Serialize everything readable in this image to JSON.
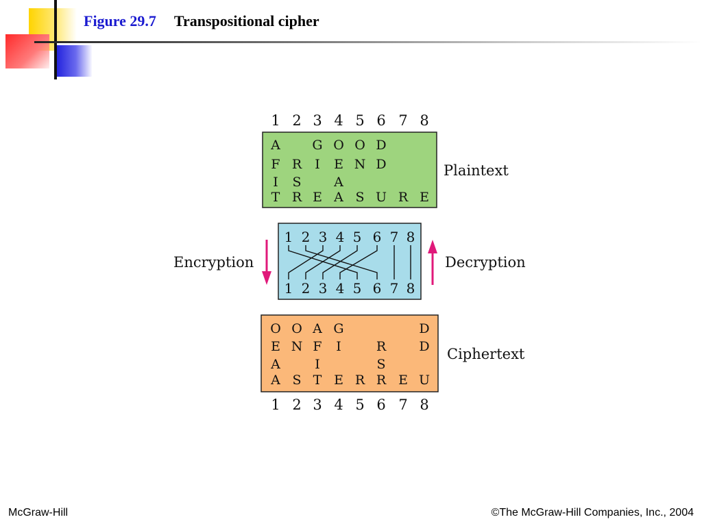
{
  "header": {
    "figure_number": "Figure 29.7",
    "figure_title": "Transpositional cipher"
  },
  "diagram": {
    "column_numbers": [
      "1",
      "2",
      "3",
      "4",
      "5",
      "6",
      "7",
      "8"
    ],
    "plaintext": {
      "label": "Plaintext",
      "color": "#9ed47e",
      "rows": [
        [
          "A",
          "",
          "G",
          "O",
          "O",
          "D",
          "",
          ""
        ],
        [
          "F",
          "R",
          "I",
          "E",
          "N",
          "D",
          "",
          ""
        ],
        [
          "I",
          "S",
          "",
          "A",
          "",
          "",
          "",
          ""
        ],
        [
          "T",
          "R",
          "E",
          "A",
          "S",
          "U",
          "R",
          "E"
        ]
      ]
    },
    "key": {
      "color": "#a8dcea",
      "top_numbers": [
        "1",
        "2",
        "3",
        "4",
        "5",
        "6",
        "7",
        "8"
      ],
      "bottom_numbers": [
        "1",
        "2",
        "3",
        "4",
        "5",
        "6",
        "7",
        "8"
      ],
      "mapping": [
        {
          "from": "1",
          "to": "5"
        },
        {
          "from": "2",
          "to": "6"
        },
        {
          "from": "3",
          "to": "1"
        },
        {
          "from": "4",
          "to": "2"
        },
        {
          "from": "5",
          "to": "3"
        },
        {
          "from": "6",
          "to": "4"
        },
        {
          "from": "7",
          "to": "7"
        },
        {
          "from": "8",
          "to": "8"
        }
      ]
    },
    "encryption_label": "Encryption",
    "decryption_label": "Decryption",
    "arrow_color": "#e0197a",
    "ciphertext": {
      "label": "Ciphertext",
      "color": "#fbb879",
      "rows": [
        [
          "O",
          "O",
          "A",
          "G",
          "",
          "",
          "",
          "D"
        ],
        [
          "E",
          "N",
          "F",
          "I",
          "",
          "R",
          "",
          "D"
        ],
        [
          "A",
          "",
          "I",
          "",
          "",
          "S",
          "",
          ""
        ],
        [
          "A",
          "S",
          "T",
          "E",
          "R",
          "R",
          "E",
          "U"
        ]
      ]
    }
  },
  "footer": {
    "publisher": "McGraw-Hill",
    "copyright": "©The McGraw-Hill Companies, Inc., 2004"
  }
}
